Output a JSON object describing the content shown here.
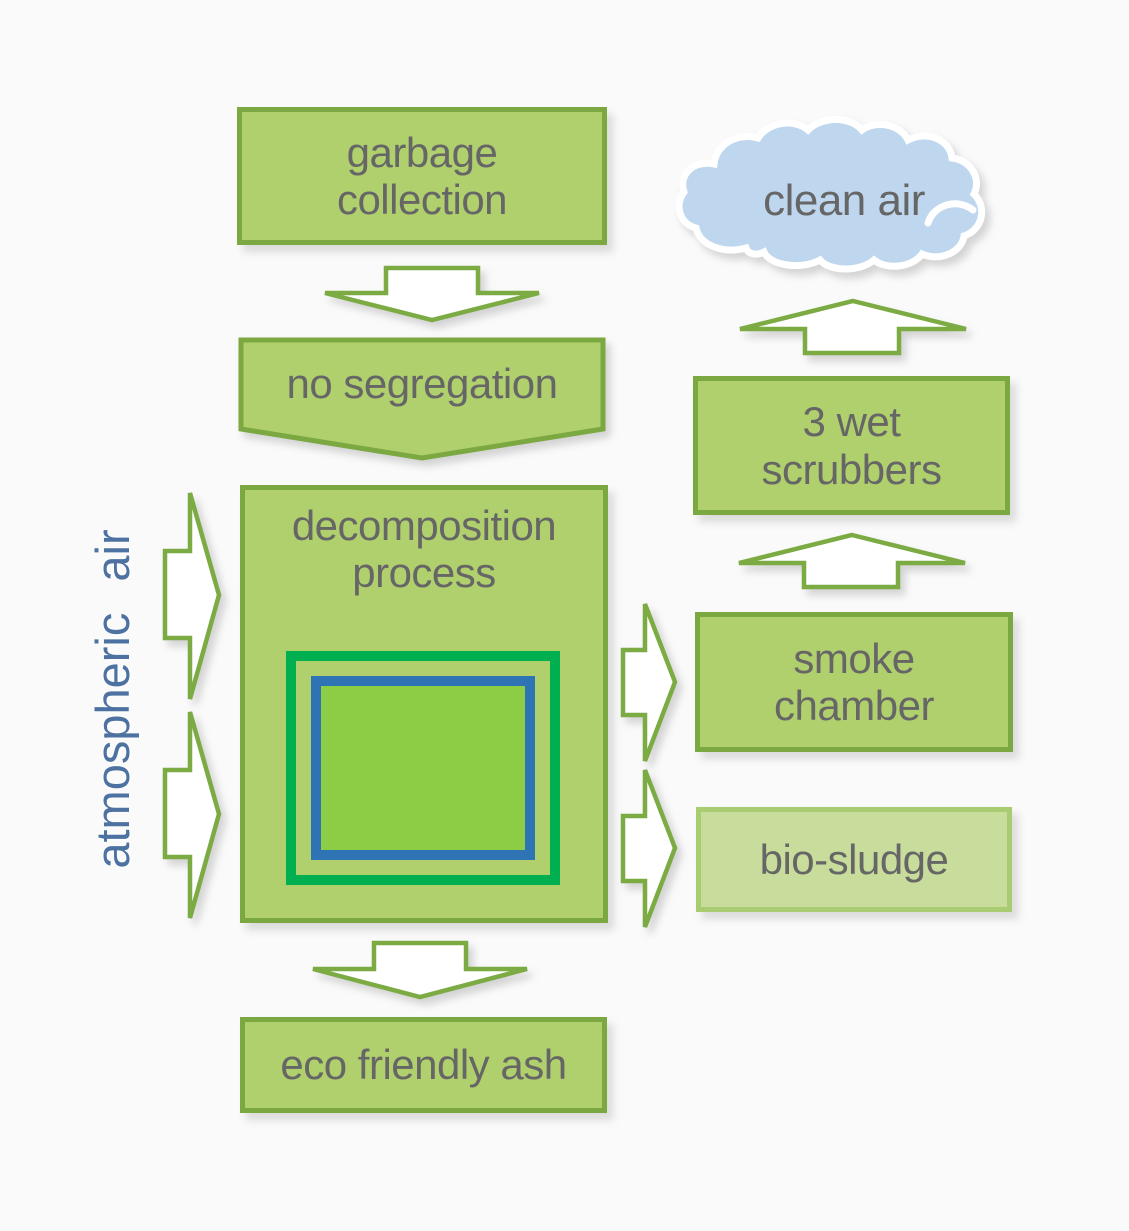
{
  "nodes": {
    "garbage_collection": "garbage collection",
    "no_segregation": "no segregation",
    "decomposition_process": "decomposition process",
    "atmospheric_air": "atmospheric air",
    "smoke_chamber": "smoke chamber",
    "bio_sludge": "bio-sludge",
    "wet_scrubbers": "3 wet scrubbers",
    "clean_air": "clean air",
    "eco_friendly_ash": "eco friendly ash"
  },
  "edges": [
    {
      "from": "garbage collection",
      "to": "no segregation",
      "direction": "down"
    },
    {
      "from": "no segregation",
      "to": "decomposition process",
      "direction": "down"
    },
    {
      "from": "atmospheric air",
      "to": "decomposition process",
      "direction": "right",
      "arrow_count": 2
    },
    {
      "from": "decomposition process",
      "to": "smoke chamber",
      "direction": "right"
    },
    {
      "from": "decomposition process",
      "to": "bio-sludge",
      "direction": "right"
    },
    {
      "from": "smoke chamber",
      "to": "3 wet scrubbers",
      "direction": "up"
    },
    {
      "from": "3 wet scrubbers",
      "to": "clean air",
      "direction": "up"
    },
    {
      "from": "decomposition process",
      "to": "eco friendly ash",
      "direction": "down"
    }
  ],
  "colors": {
    "box_fill": "#b0d06e",
    "box_border": "#7ba840",
    "bio_fill": "#c8dd9b",
    "bio_border": "#a9cb72",
    "arrow_stroke": "#7cab44",
    "emerald": "#00b050",
    "frame_blue": "#2e74b5",
    "inner_green": "#8ccd45",
    "cloud_fill": "#bed7ee",
    "text_gray": "#666666",
    "air_blue": "#4d72a1",
    "background": "#fafafa"
  }
}
